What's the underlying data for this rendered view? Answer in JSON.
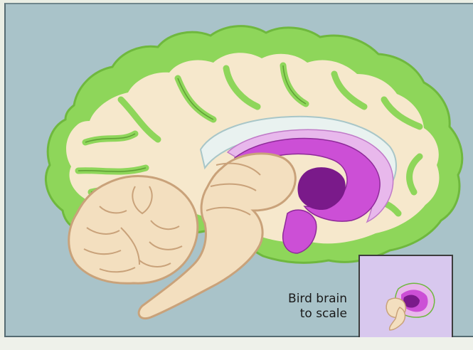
{
  "inset": {
    "caption_line1": "Bird brain",
    "caption_line2": "to scale"
  },
  "colors": {
    "panel_bg": "#a9c3c9",
    "cortex_green": "#8ed65a",
    "white_matter": "#f6e8cc",
    "brainstem": "#f3dfbf",
    "outline_tan": "#c9a27a",
    "limbic_magenta": "#cc4fd6",
    "limbic_dark": "#7a1a8a",
    "limbic_light": "#e8b8ec",
    "inset_bg": "#d8c8ee"
  },
  "icons": [
    "human-brain-sagittal-illustration",
    "bird-brain-illustration"
  ]
}
